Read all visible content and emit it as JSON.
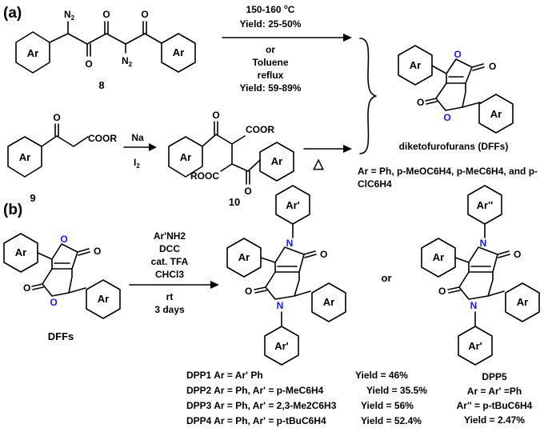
{
  "panel_a": {
    "label": "(a)",
    "compound_8": {
      "number": "8",
      "ar_left": "Ar",
      "ar_right": "Ar",
      "n2_top": "N",
      "n2_top_sub": "2",
      "n2_bottom": "N",
      "n2_bottom_sub": "2",
      "o": "O"
    },
    "route_1": {
      "condition": "150-160 ",
      "degree_sup": "o",
      "unit": "C",
      "yield": "Yield: 25-50%",
      "or": "or",
      "solvent": "Toluene",
      "mode": "reflux",
      "yield2": "Yield: 59-89%"
    },
    "compound_9": {
      "number": "9",
      "ar": "Ar",
      "o": "O",
      "ester": "COOR"
    },
    "step_reagent": {
      "top": "Na",
      "bottom": "I",
      "bottom_sub": "2"
    },
    "compound_10": {
      "number": "10",
      "ar": "Ar",
      "o": "O",
      "ester_top": "COOR",
      "ester_bottom": "ROOC"
    },
    "heat_symbol": "△",
    "product": {
      "name": "diketofurofurans (DFFs)",
      "ar": "Ar",
      "o": "O",
      "ar_definition_line1": "Ar = Ph, p-MeOC6H4, p-MeC6H4, and p-",
      "ar_definition_line2": "ClC6H4"
    }
  },
  "panel_b": {
    "label": "(b)",
    "start": {
      "name": "DFFs",
      "ar": "Ar",
      "o": "O"
    },
    "conditions": [
      "Ar'NH2",
      "DCC",
      "cat. TFA",
      "CHCl3",
      "rt",
      "3 days"
    ],
    "dpp_product": {
      "ar": "Ar",
      "ar_prime": "Ar'",
      "n": "N",
      "o": "O"
    },
    "or": "or",
    "dpp5_product": {
      "ar": "Ar",
      "ar_double_prime": "Ar''",
      "ar_prime": "Ar'",
      "n": "N",
      "o": "O"
    },
    "entries": [
      {
        "text": "DPP1 Ar = Ar' Ph",
        "yield": "Yield = 46%"
      },
      {
        "text": "DPP2 Ar = Ph, Ar' = p-MeC6H4",
        "yield": "Yield = 35.5%"
      },
      {
        "text": "DPP3 Ar = Ph, Ar' = 2,3-Me2C6H3",
        "yield": "Yield = 56%"
      },
      {
        "text": "DPP4 Ar = Ph, Ar' = p-tBuC6H4",
        "yield": "Yield = 52.4%"
      }
    ],
    "dpp5": {
      "name": "DPP5",
      "line1": "Ar = Ar' =Ph",
      "line2": "Ar'' = p-tBuC6H4",
      "yield": "Yield = 2.47%"
    }
  }
}
